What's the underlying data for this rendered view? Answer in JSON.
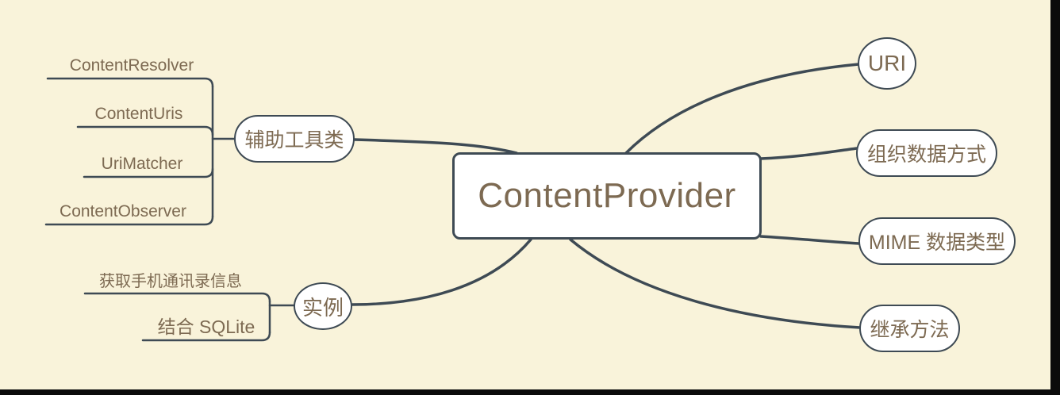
{
  "colors": {
    "background": "#f9f3da",
    "line": "#3e4a54",
    "node_fill": "#ffffff",
    "text": "#7d6a52",
    "edge_bar": "#0b0b0b"
  },
  "mindmap": {
    "root": {
      "label": "ContentProvider"
    },
    "branches": {
      "uri": {
        "label": "URI"
      },
      "organize": {
        "label": "组织数据方式"
      },
      "mime": {
        "label": "MIME 数据类型"
      },
      "inherit": {
        "label": "继承方法"
      },
      "helper": {
        "label": "辅助工具类",
        "children": [
          "ContentResolver",
          "ContentUris",
          "UriMatcher",
          "ContentObserver"
        ]
      },
      "instance": {
        "label": "实例",
        "children": [
          "获取手机通讯录信息",
          "结合 SQLite"
        ]
      }
    }
  }
}
